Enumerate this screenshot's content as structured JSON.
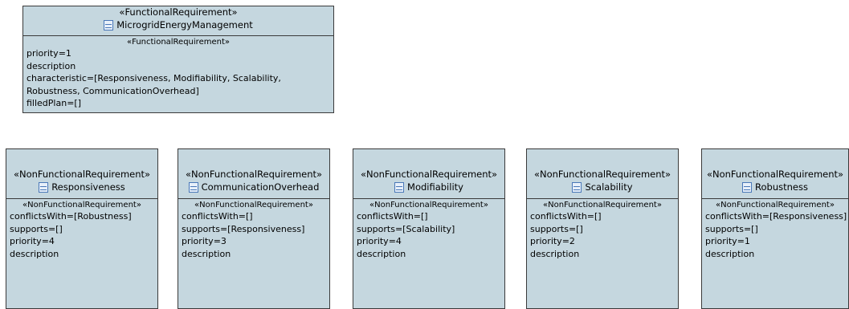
{
  "main": {
    "stereotype": "«FunctionalRequirement»",
    "name": "MicrogridEnergyManagement",
    "compartment_stereotype": "«FunctionalRequirement»",
    "properties": [
      "priority=1",
      "description",
      "characteristic=[Responsiveness, Modifiability, Scalability, Robustness, CommunicationOverhead]",
      "filledPlan=[]"
    ]
  },
  "requirements": [
    {
      "stereotype": "«NonFunctionalRequirement»",
      "name": "Responsiveness",
      "compartment_stereotype": "«NonFunctionalRequirement»",
      "properties": [
        "conflictsWith=[Robustness]",
        "supports=[]",
        "priority=4",
        "description"
      ]
    },
    {
      "stereotype": "«NonFunctionalRequirement»",
      "name": "CommunicationOverhead",
      "compartment_stereotype": "«NonFunctionalRequirement»",
      "properties": [
        "conflictsWith=[]",
        "supports=[Responsiveness]",
        "priority=3",
        "description"
      ]
    },
    {
      "stereotype": "«NonFunctionalRequirement»",
      "name": "Modifiability",
      "compartment_stereotype": "«NonFunctionalRequirement»",
      "properties": [
        "conflictsWith=[]",
        "supports=[Scalability]",
        "priority=4",
        "description"
      ]
    },
    {
      "stereotype": "«NonFunctionalRequirement»",
      "name": "Scalability",
      "compartment_stereotype": "«NonFunctionalRequirement»",
      "properties": [
        "conflictsWith=[]",
        "supports=[]",
        "priority=2",
        "description"
      ]
    },
    {
      "stereotype": "«NonFunctionalRequirement»",
      "name": "Robustness",
      "compartment_stereotype": "«NonFunctionalRequirement»",
      "properties": [
        "conflictsWith=[Responsiveness]",
        "supports=[]",
        "priority=1",
        "description"
      ]
    }
  ],
  "colors": {
    "fill": "#c5d7df",
    "border": "#3a3a3a",
    "icon": "#4a78b8"
  }
}
